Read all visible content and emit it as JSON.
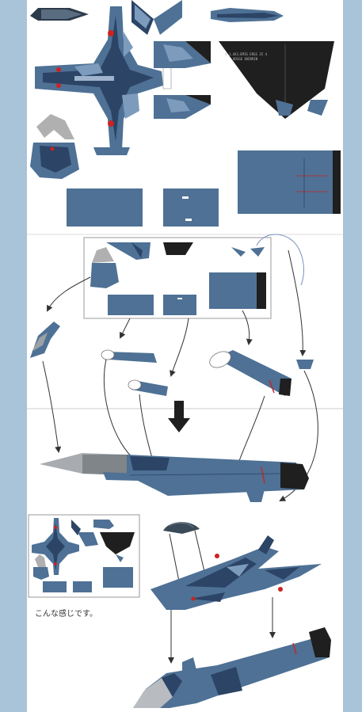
{
  "caption": "こんな感じです。",
  "part_sheet": {
    "wing_print_line1": "0 1.4X3.EMIG ERGS 25 4",
    "wing_print_line2": "ODSSE OVERRIN"
  },
  "colors": {
    "page_margin": "#a9c3d9",
    "paper": "#ffffff",
    "camo_blue": "#4e7195",
    "camo_dark": "#2c4466",
    "camo_light": "#7d9cbd",
    "panel_black": "#1f1f1f",
    "nose_grey": "#b0b0b0",
    "roundel_red": "#cc2222",
    "arrow_line": "#333333",
    "sketch_blue": "#7a90c0"
  },
  "icons": [
    "down-arrow-icon"
  ]
}
